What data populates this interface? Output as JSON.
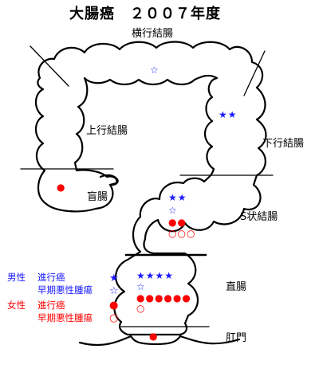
{
  "title": "大腸癌　２００７年度",
  "colors": {
    "male": "#1a1aff",
    "female": "#ff0000",
    "outline": "#000000"
  },
  "regions": {
    "transverse_colon": "横行結腸",
    "ascending_colon": "上行結腸",
    "descending_colon": "下行結腸",
    "cecum": "盲腸",
    "sigmoid_colon": "S状結腸",
    "rectum": "直腸",
    "anus": "肛門"
  },
  "legend": {
    "male_label": "男性",
    "female_label": "女性",
    "advanced_cancer": "進行癌",
    "early_malignant": "早期悪性腫瘍",
    "male_advanced_symbol": "★",
    "male_early_symbol": "☆",
    "female_advanced_symbol": "●",
    "female_early_symbol": "○"
  },
  "markers": {
    "transverse_colon": {
      "male_advanced": "",
      "male_early": "☆"
    },
    "descending_colon": {
      "male_advanced": "★★"
    },
    "cecum": {
      "female_advanced": "●"
    },
    "sigmoid_colon": {
      "male_advanced": "★★",
      "male_early": "☆",
      "female_advanced": "●●",
      "female_early": "○○○"
    },
    "rectum": {
      "male_advanced": "★★★★",
      "male_early": "☆",
      "female_advanced": "●●●●●●",
      "female_early": "○"
    },
    "anus": {
      "female_advanced": "●"
    }
  },
  "counts": {
    "transverse_colon": {
      "male_advanced": 0,
      "male_early": 1,
      "female_advanced": 0,
      "female_early": 0
    },
    "descending_colon": {
      "male_advanced": 2,
      "male_early": 0,
      "female_advanced": 0,
      "female_early": 0
    },
    "cecum": {
      "male_advanced": 0,
      "male_early": 0,
      "female_advanced": 1,
      "female_early": 0
    },
    "sigmoid_colon": {
      "male_advanced": 2,
      "male_early": 1,
      "female_advanced": 2,
      "female_early": 3
    },
    "rectum": {
      "male_advanced": 4,
      "male_early": 1,
      "female_advanced": 6,
      "female_early": 1
    },
    "anus": {
      "male_advanced": 0,
      "male_early": 0,
      "female_advanced": 1,
      "female_early": 0
    }
  }
}
